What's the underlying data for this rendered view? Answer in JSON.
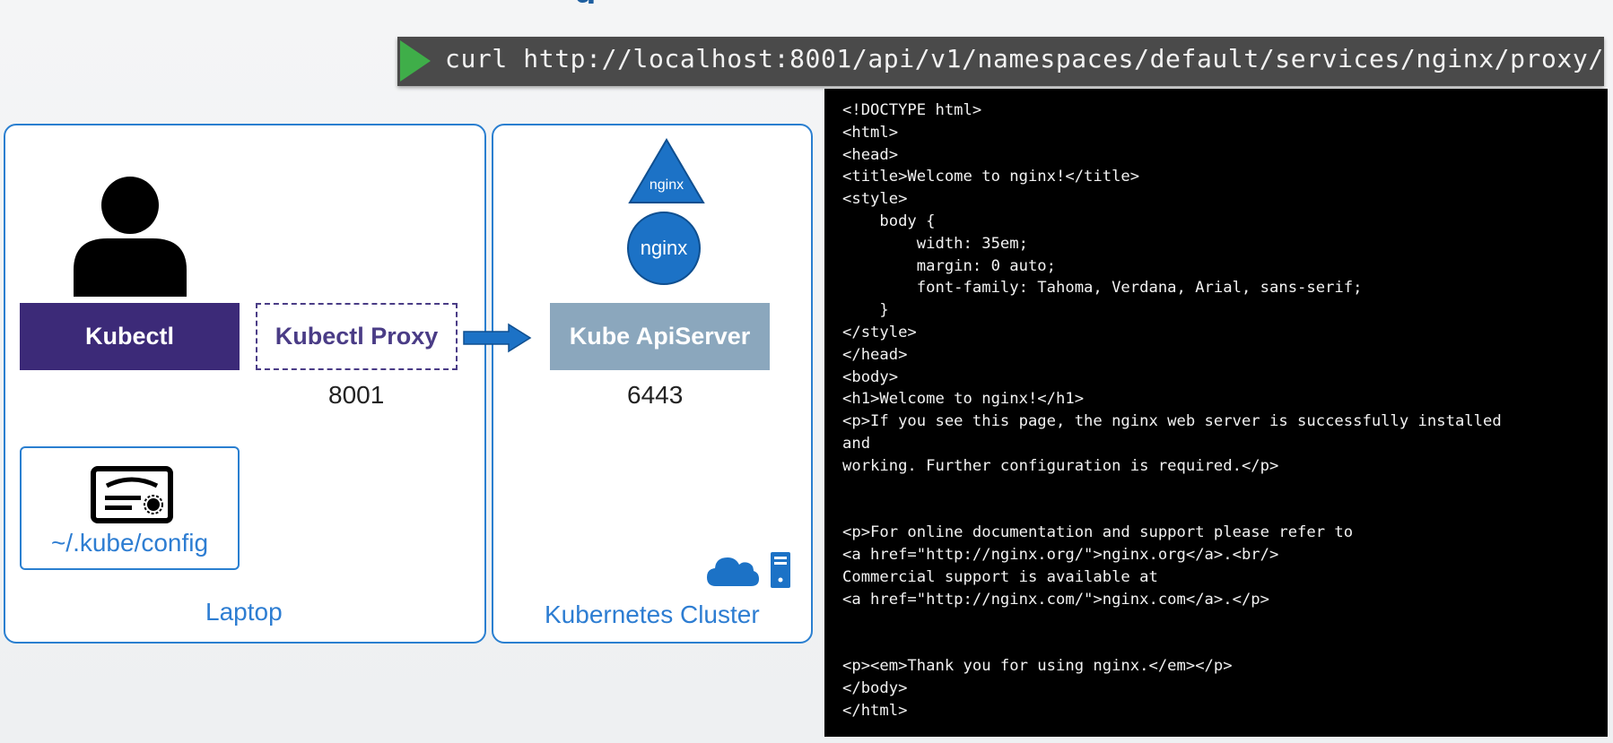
{
  "command": {
    "text": "curl http://localhost:8001/api/v1/namespaces/default/services/nginx/proxy/"
  },
  "terminal_output": "<!DOCTYPE html>\n<html>\n<head>\n<title>Welcome to nginx!</title>\n<style>\n    body {\n        width: 35em;\n        margin: 0 auto;\n        font-family: Tahoma, Verdana, Arial, sans-serif;\n    }\n</style>\n</head>\n<body>\n<h1>Welcome to nginx!</h1>\n<p>If you see this page, the nginx web server is successfully installed\nand\nworking. Further configuration is required.</p>\n\n\n<p>For online documentation and support please refer to\n<a href=\"http://nginx.org/\">nginx.org</a>.<br/>\nCommercial support is available at\n<a href=\"http://nginx.com/\">nginx.com</a>.</p>\n\n\n<p><em>Thank you for using nginx.</em></p>\n</body>\n</html>",
  "laptop": {
    "label": "Laptop",
    "kubectl": "Kubectl",
    "proxy": "Kubectl Proxy",
    "proxy_port": "8001",
    "config": "~/.kube/config"
  },
  "cluster": {
    "label": "Kubernetes Cluster",
    "api_server": "Kube ApiServer",
    "api_port": "6443",
    "service_label": "nginx",
    "pod_label": "nginx"
  },
  "colors": {
    "kubectl_bg": "#3c2a78",
    "api_bg": "#8ba7bd",
    "accent_blue": "#2d7dd2",
    "play_green": "#3fae49"
  }
}
